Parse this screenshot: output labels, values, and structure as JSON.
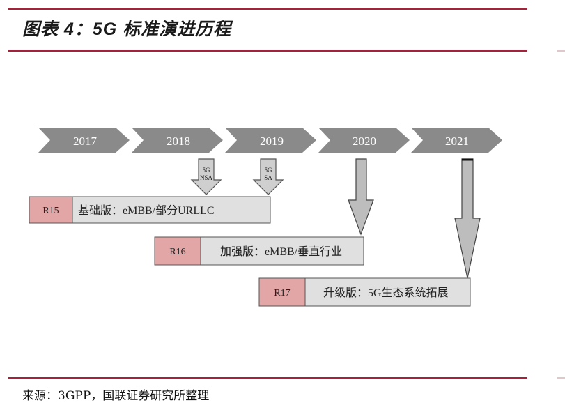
{
  "header": {
    "title": "图表 4：5G 标准演进历程"
  },
  "timeline": {
    "years": [
      "2017",
      "2018",
      "2019",
      "2020",
      "2021"
    ]
  },
  "markers": [
    {
      "line1": "5G",
      "line2": "NSA"
    },
    {
      "line1": "5G",
      "line2": "SA"
    }
  ],
  "releases": [
    {
      "tag": "R15",
      "desc": "基础版：eMBB/部分URLLC"
    },
    {
      "tag": "R16",
      "desc": "加强版：eMBB/垂直行业"
    },
    {
      "tag": "R17",
      "desc": "升级版：5G生态系统拓展"
    }
  ],
  "footer": {
    "source": "来源：3GPP，国联证券研究所整理"
  },
  "colors": {
    "rule": "#a7213a",
    "chevron": "#8a8a8a",
    "release_tag_bg": "#e3a6a7",
    "release_bar_bg": "#e0e0e0",
    "arrow_fill": "#bdbdbd"
  }
}
